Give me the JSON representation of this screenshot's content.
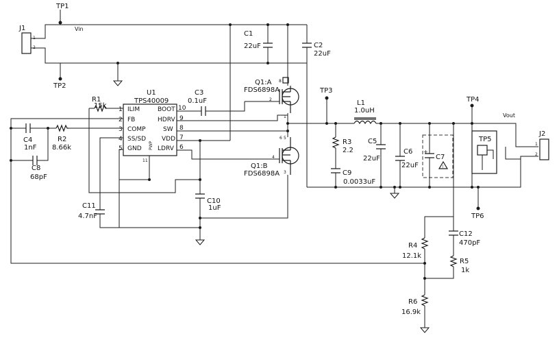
{
  "testpoints": {
    "tp1": "TP1",
    "tp2": "TP2",
    "tp3": "TP3",
    "tp4": "TP4",
    "tp5": "TP5",
    "tp6": "TP6"
  },
  "nets": {
    "vin": "Vin",
    "vout": "Vout"
  },
  "connectors": {
    "j1": "J1",
    "j2": "J2"
  },
  "pins_small": {
    "one": "1",
    "two": "2"
  },
  "u1": {
    "ref": "U1",
    "part": "TPS40009",
    "left_pins": [
      {
        "num": "1",
        "name": "ILIM"
      },
      {
        "num": "2",
        "name": "FB"
      },
      {
        "num": "3",
        "name": "COMP"
      },
      {
        "num": "4",
        "name": "SS/SD"
      },
      {
        "num": "5",
        "name": "GND"
      }
    ],
    "right_pins": [
      {
        "num": "10",
        "name": "BOOT"
      },
      {
        "num": "9",
        "name": "HDRV"
      },
      {
        "num": "8",
        "name": "SW"
      },
      {
        "num": "7",
        "name": "VDD"
      },
      {
        "num": "6",
        "name": "LDRV"
      }
    ],
    "pwp_pin": "11",
    "pwp_label": "PWP"
  },
  "q1a": {
    "ref": "Q1:A",
    "part": "FDS6898A",
    "pins": {
      "p8": "8",
      "p2": "2",
      "p1": "1"
    }
  },
  "q1b": {
    "ref": "Q1:B",
    "part": "FDS6898A",
    "pins": {
      "p6": "6",
      "p5": "5",
      "p4": "4",
      "p3": "3"
    }
  },
  "components": {
    "c1": {
      "ref": "C1",
      "value": "22uF"
    },
    "c2": {
      "ref": "C2",
      "value": "22uF"
    },
    "c3": {
      "ref": "C3",
      "value": "0.1uF"
    },
    "c4": {
      "ref": "C4",
      "value": "1nF"
    },
    "c5": {
      "ref": "C5",
      "value": "22uF"
    },
    "c6": {
      "ref": "C6",
      "value": "22uF"
    },
    "c7": {
      "ref": "C7",
      "value": ""
    },
    "c8": {
      "ref": "C8",
      "value": "68pF"
    },
    "c9": {
      "ref": "C9",
      "value": "0.0033uF"
    },
    "c10": {
      "ref": "C10",
      "value": "1uF"
    },
    "c11": {
      "ref": "C11",
      "value": "4.7nF"
    },
    "c12": {
      "ref": "C12",
      "value": "470pF"
    },
    "r1": {
      "ref": "R1",
      "value": "15k"
    },
    "r2": {
      "ref": "R2",
      "value": "8.66k"
    },
    "r3": {
      "ref": "R3",
      "value": "2.2"
    },
    "r4": {
      "ref": "R4",
      "value": "12.1k"
    },
    "r5": {
      "ref": "R5",
      "value": "1k"
    },
    "r6": {
      "ref": "R6",
      "value": "16.9k"
    },
    "l1": {
      "ref": "L1",
      "value": "1.0uH"
    }
  },
  "symbols": {
    "plus": "+",
    "warning": "!"
  }
}
